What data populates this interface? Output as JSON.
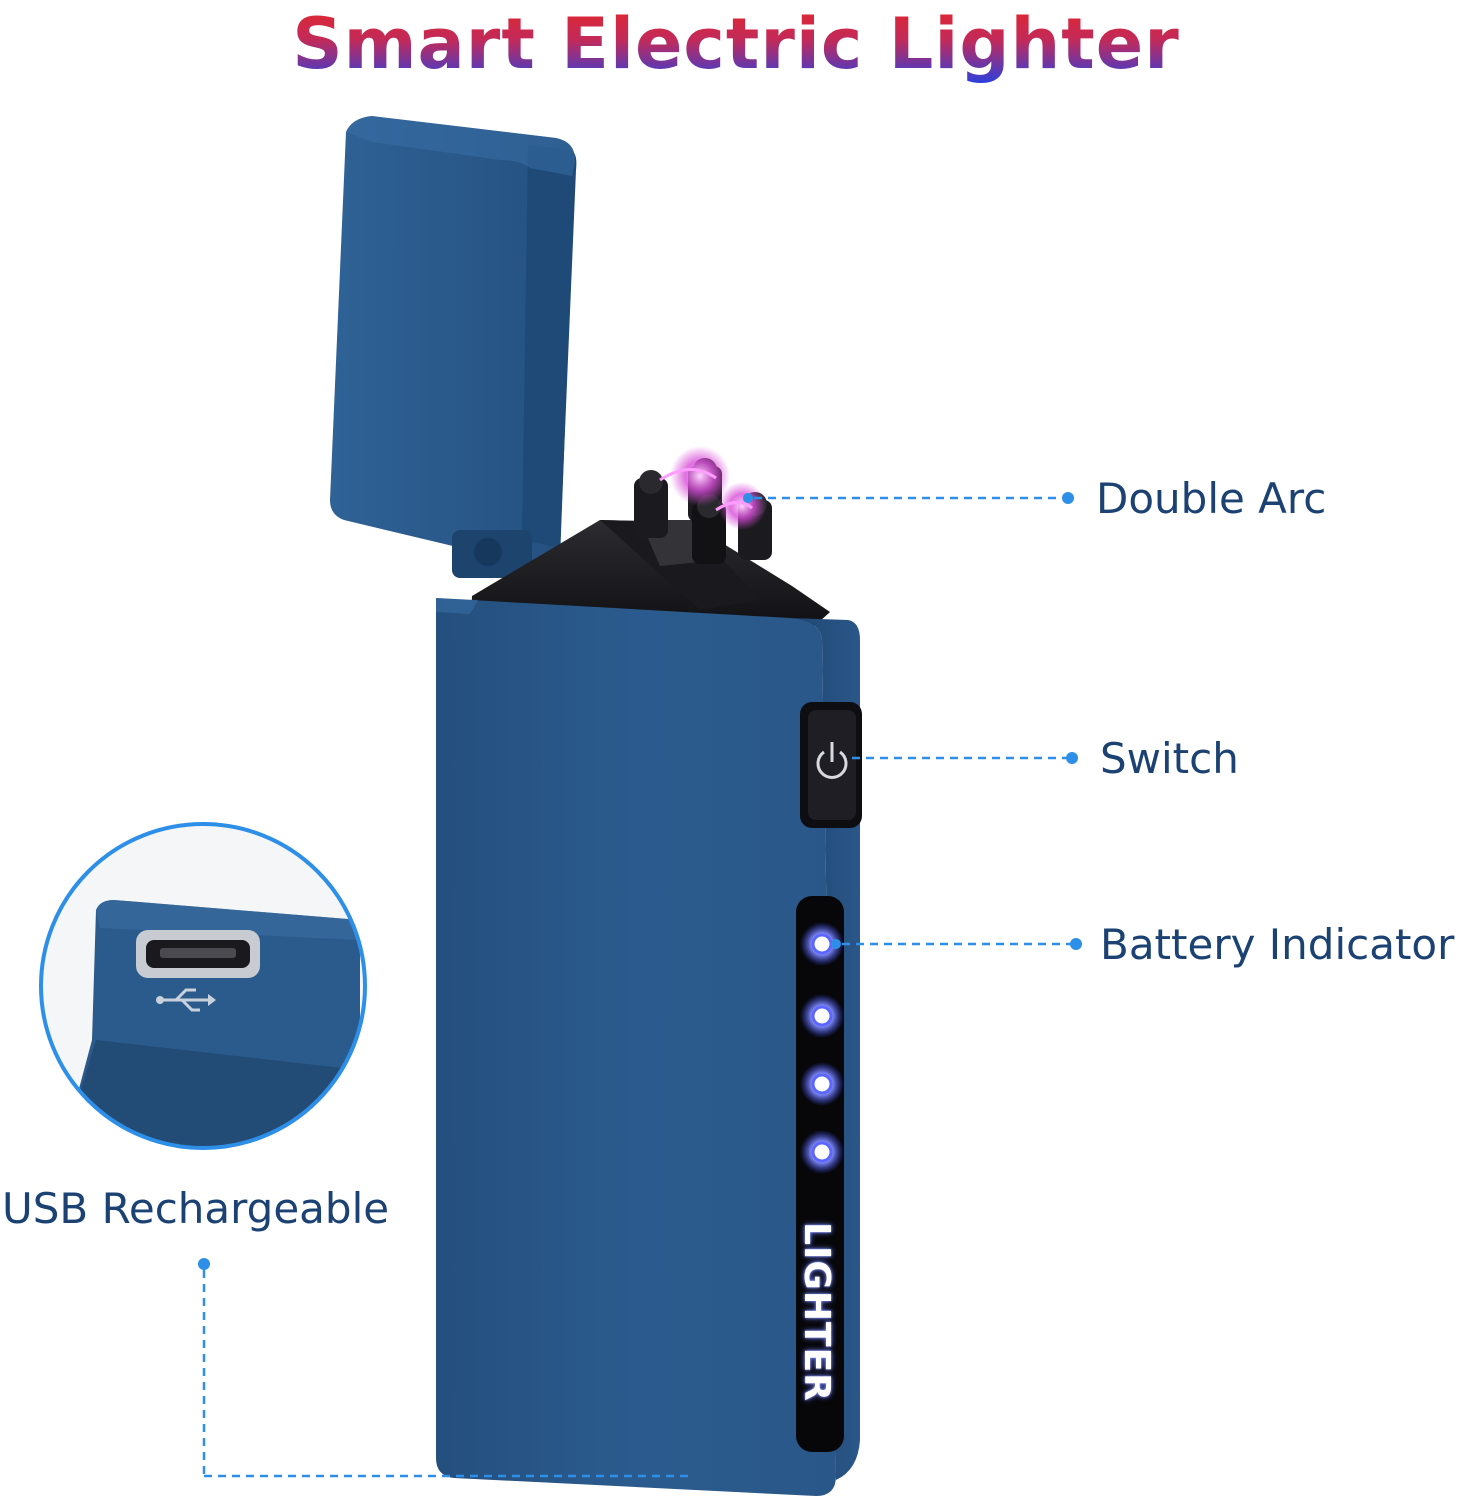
{
  "title": "Smart Electric Lighter",
  "callouts": {
    "double_arc": "Double Arc",
    "switch": "Switch",
    "battery_indicator": "Battery Indicator",
    "usb_rechargeable": "USB Rechargeable"
  },
  "product": {
    "lighter_label": "LIGHTER",
    "battery_level": "4 of 4",
    "body_color": "#2a5a8c",
    "accent_line_color": "#2e8fe8",
    "indicator_color": "#3f4fff"
  },
  "icons": [
    "power-icon",
    "usb-icon",
    "usb-port-icon"
  ]
}
